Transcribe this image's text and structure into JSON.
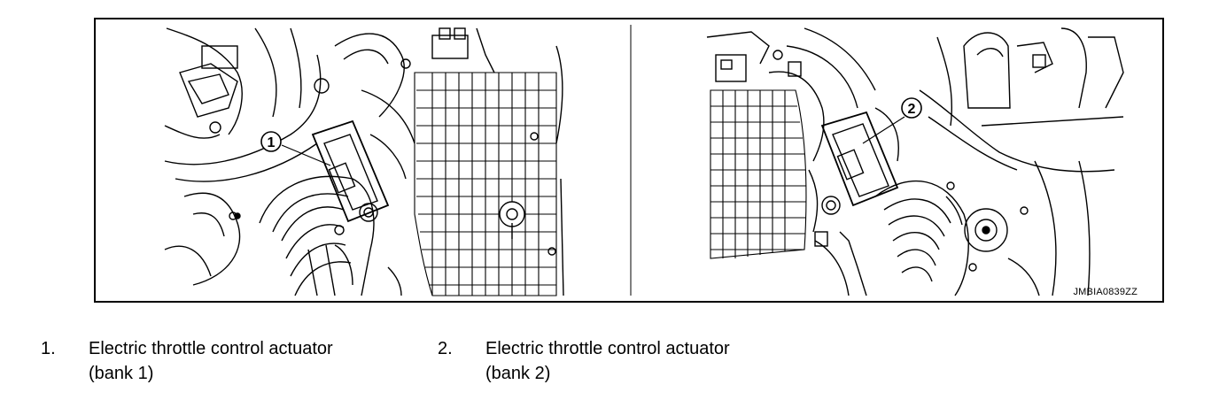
{
  "figure": {
    "code": "JMBIA0839ZZ",
    "left_panel": {
      "callout": "1"
    },
    "right_panel": {
      "callout": "2"
    }
  },
  "legend": {
    "items": [
      {
        "number": "1.",
        "line1": "Electric throttle control actuator",
        "line2": "(bank 1)"
      },
      {
        "number": "2.",
        "line1": "Electric throttle control actuator",
        "line2": "(bank 2)"
      }
    ]
  },
  "colors": {
    "ink": "#000000",
    "paper": "#ffffff"
  }
}
